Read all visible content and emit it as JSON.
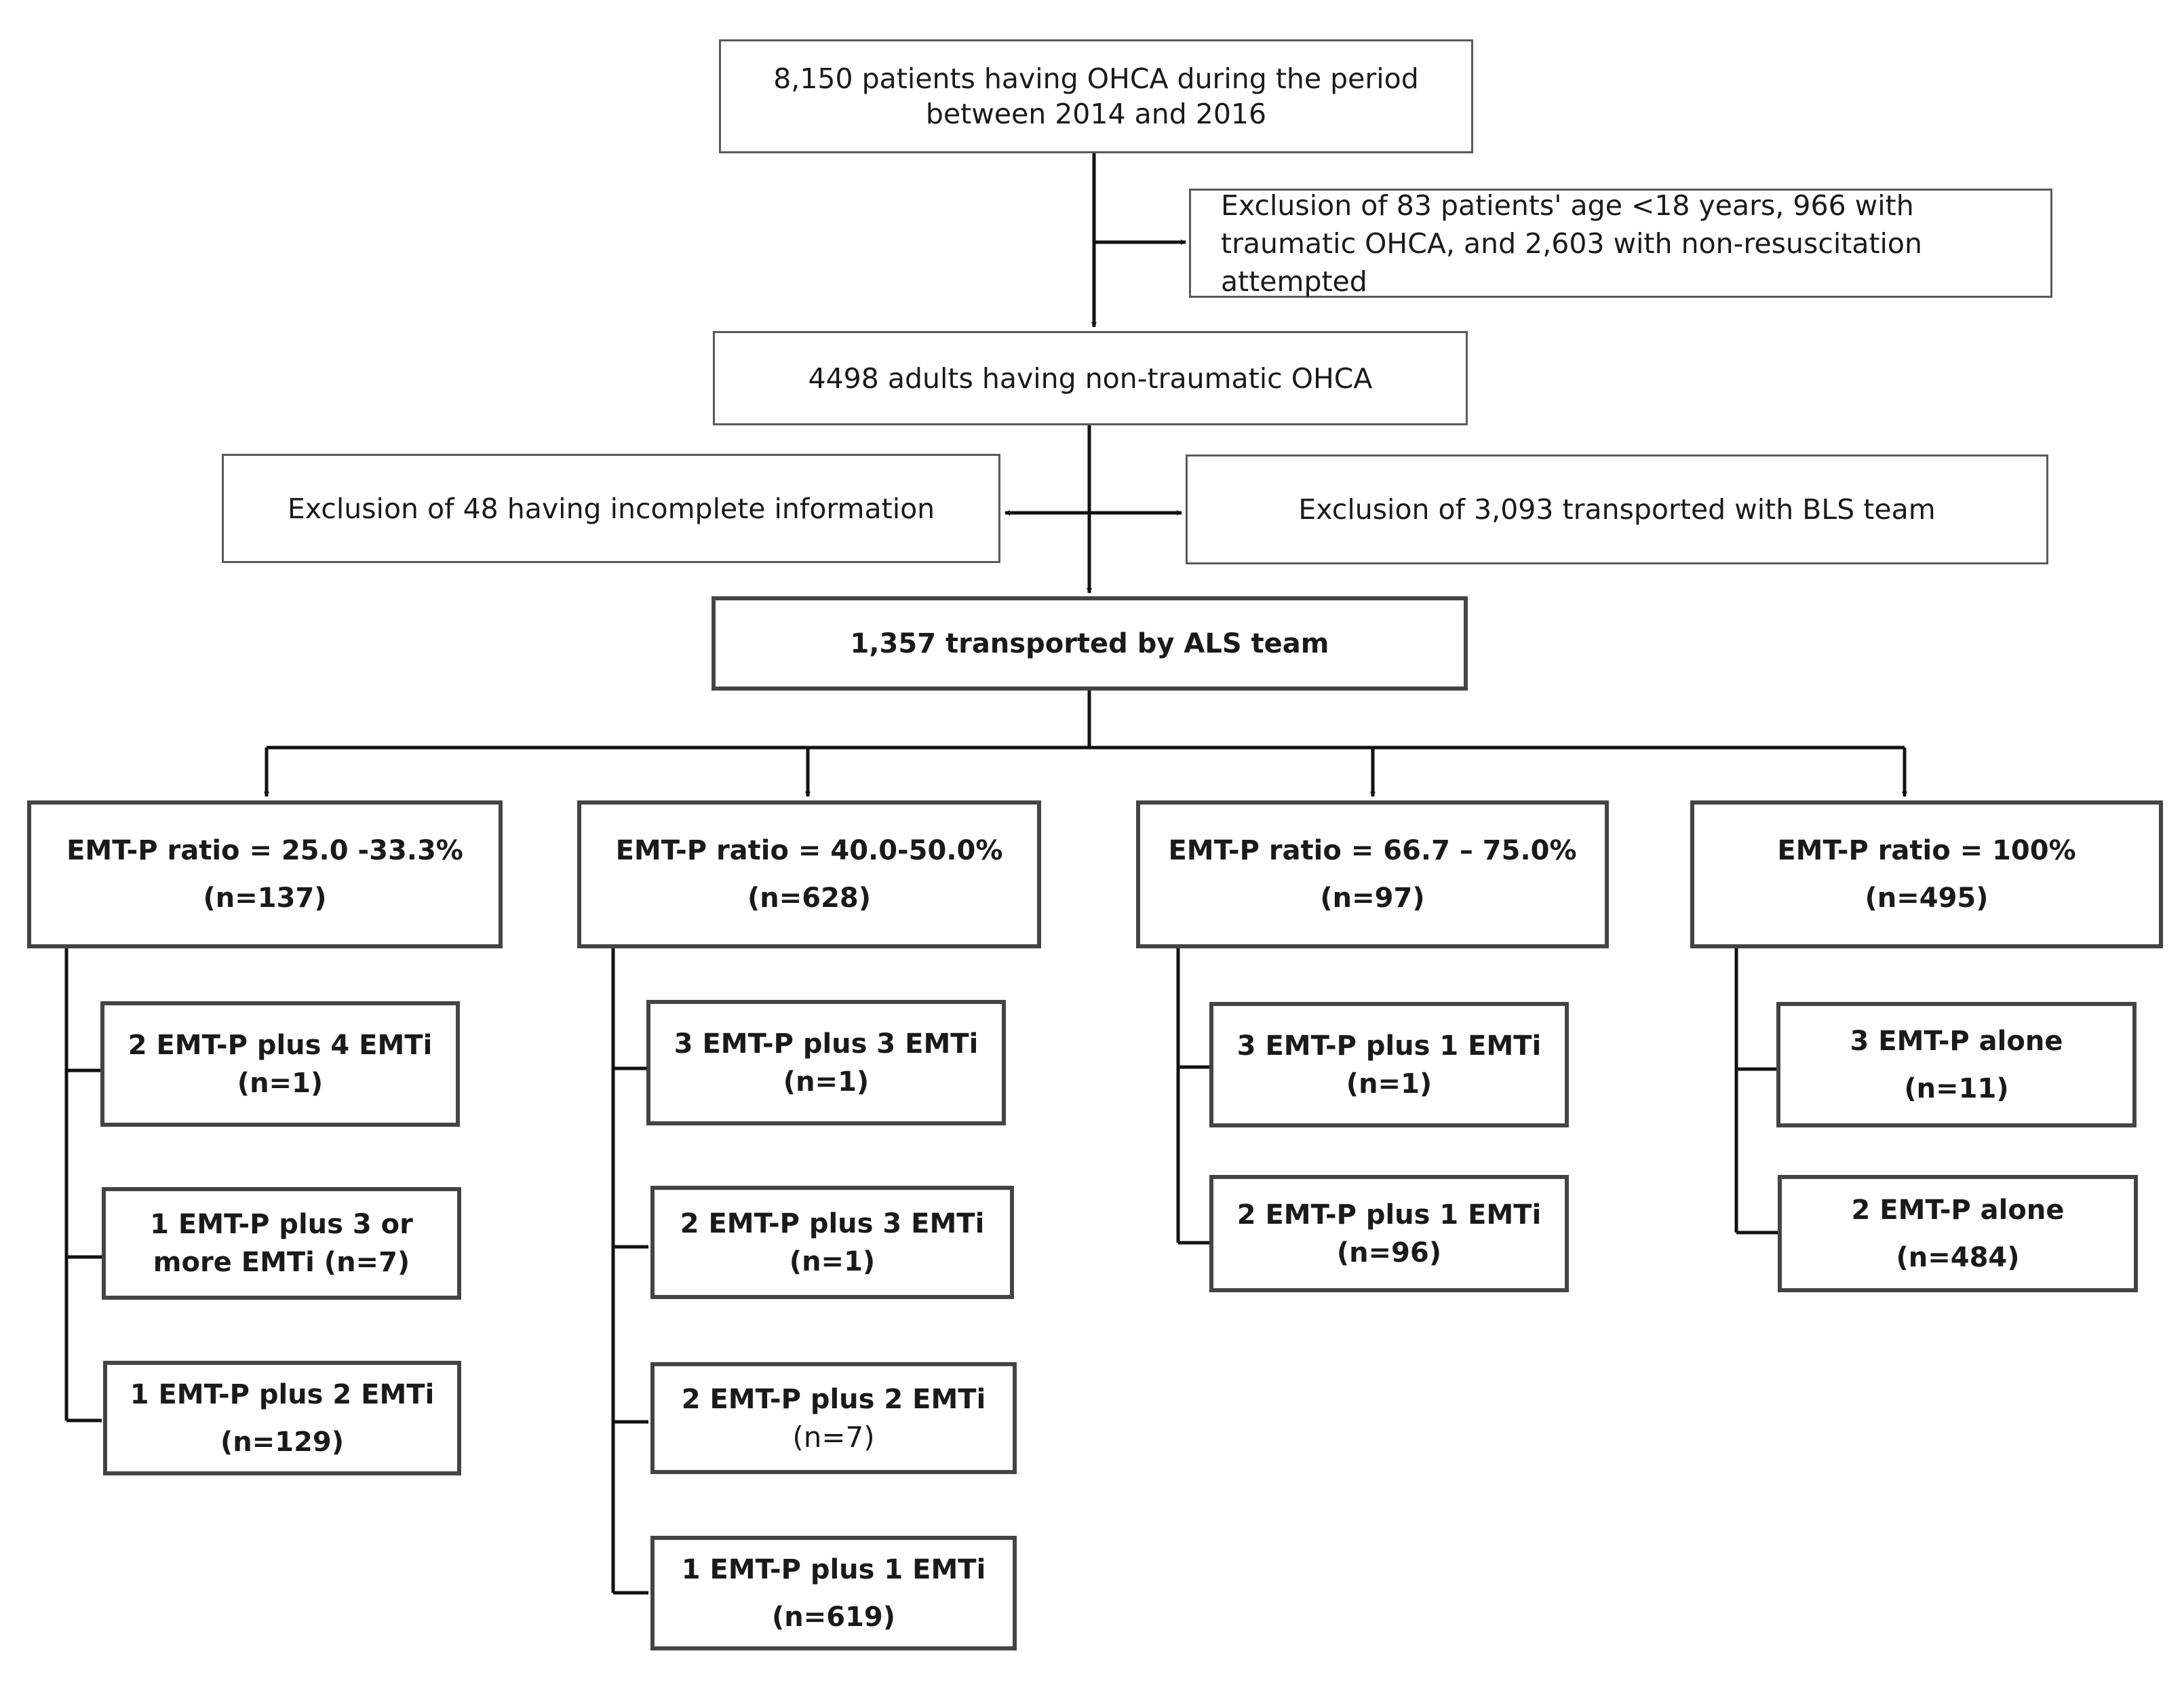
{
  "top": {
    "total": "8,150 patients having OHCA during the period\nbetween 2014 and 2016",
    "exclusion1": "Exclusion of 83 patients' age <18 years, 966 with\ntraumatic OHCA, and 2,603 with non-resuscitation\nattempted",
    "adults": "4498 adults having non-traumatic OHCA",
    "exclusion_incomplete": "Exclusion of  48 having incomplete information",
    "exclusion_bls": "Exclusion of 3,093 transported with BLS team",
    "als": "1,357 transported by ALS team"
  },
  "groups": [
    {
      "ratio": "EMT-P ratio = 25.0 -33.3%",
      "n": "(n=137)",
      "subgroups": [
        {
          "label": "2 EMT-P plus 4 EMTi",
          "n": "(n=1)"
        },
        {
          "label": "1 EMT-P plus 3 or\nmore EMTi  (n=7)",
          "n": ""
        },
        {
          "label": "1 EMT-P plus 2 EMTi",
          "n": "(n=129)"
        }
      ]
    },
    {
      "ratio": "EMT-P ratio = 40.0-50.0%",
      "n": "(n=628)",
      "subgroups": [
        {
          "label": "3 EMT-P plus 3 EMTi",
          "n": "(n=1)"
        },
        {
          "label": "2 EMT-P plus 3 EMTi",
          "n": "(n=1)"
        },
        {
          "label": "2 EMT-P plus 2 EMTi",
          "n": "(n=7)"
        },
        {
          "label": "1 EMT-P plus 1 EMTi",
          "n": "(n=619)"
        }
      ]
    },
    {
      "ratio": "EMT-P ratio = 66.7 – 75.0%",
      "n": "(n=97)",
      "subgroups": [
        {
          "label": "3 EMT-P plus 1  EMTi",
          "n": "(n=1)"
        },
        {
          "label": "2 EMT-P plus 1 EMTi",
          "n": "(n=96)"
        }
      ]
    },
    {
      "ratio": "EMT-P ratio = 100%",
      "n": "(n=495)",
      "subgroups": [
        {
          "label": "3 EMT-P alone",
          "n": "(n=11)"
        },
        {
          "label": "2 EMT-P alone",
          "n": "(n=484)"
        }
      ]
    }
  ]
}
